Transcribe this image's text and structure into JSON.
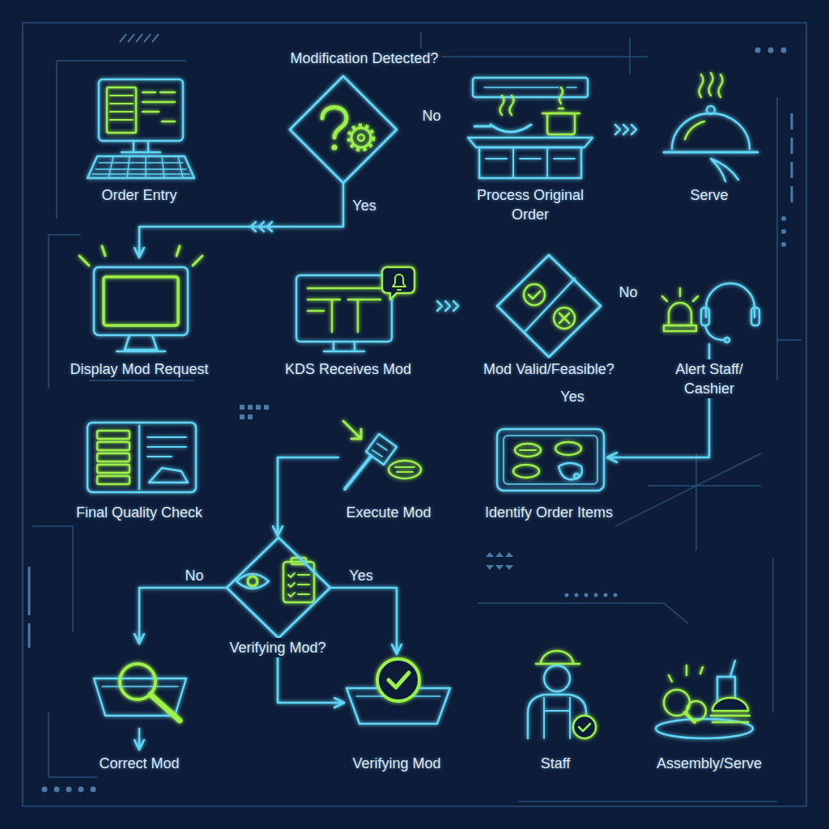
{
  "diagram": {
    "nodes": [
      {
        "text": [
          "Order Entry"
        ]
      },
      {
        "text": [
          "Modification Detected?"
        ]
      },
      {
        "text": [
          "Process Original Order"
        ]
      },
      {
        "text": [
          "Serve"
        ]
      },
      {
        "text": [
          "Display Mod Request"
        ]
      },
      {
        "text": [
          "KDS Receives Mod"
        ]
      },
      {
        "text": [
          "Mod Valid/Feasible?"
        ]
      },
      {
        "text": [
          "Alert Staff/ Cashier"
        ]
      },
      {
        "text": [
          "Final Quality Check"
        ]
      },
      {
        "text": [
          "Execute Mod"
        ]
      },
      {
        "text": [
          "Identify Order Items"
        ]
      },
      {
        "text": [
          "Verifying Mod?"
        ]
      },
      {
        "text": [
          "Correct Mod"
        ]
      },
      {
        "text": [
          "Verifying Mod"
        ]
      },
      {
        "text": [
          "Staff"
        ]
      },
      {
        "text": [
          "Assembly/Serve"
        ]
      }
    ],
    "edges": [
      {
        "from": 0,
        "to": 1,
        "arrow": "to"
      },
      {
        "from": 1,
        "to": 2,
        "label": "No",
        "arrow": "to"
      },
      {
        "from": 2,
        "to": 3,
        "arrow": "to"
      },
      {
        "from": 1,
        "to": 4,
        "label": "Yes",
        "arrow": "to"
      },
      {
        "from": 4,
        "to": 5,
        "arrow": "to"
      },
      {
        "from": 5,
        "to": 6,
        "arrow": "to"
      },
      {
        "from": 6,
        "to": 7,
        "label": "No",
        "arrow": "to"
      },
      {
        "from": 6,
        "to": 10,
        "label": "Yes",
        "arrow": "to"
      },
      {
        "from": 7,
        "to": 10,
        "arrow": "to"
      },
      {
        "from": 10,
        "to": 9,
        "arrow": "to"
      },
      {
        "from": 9,
        "to": 8,
        "arrow": "to"
      },
      {
        "from": 9,
        "to": 11,
        "arrow": "to"
      },
      {
        "from": 11,
        "to": 12,
        "label": "No",
        "arrow": "to"
      },
      {
        "from": 11,
        "to": 13,
        "label": "Yes",
        "arrow": "to"
      },
      {
        "from": 11,
        "to": 13,
        "arrow": "to"
      },
      {
        "from": 13,
        "to": 14,
        "arrow": "to"
      },
      {
        "from": 14,
        "to": 15,
        "arrow": "to"
      }
    ]
  }
}
